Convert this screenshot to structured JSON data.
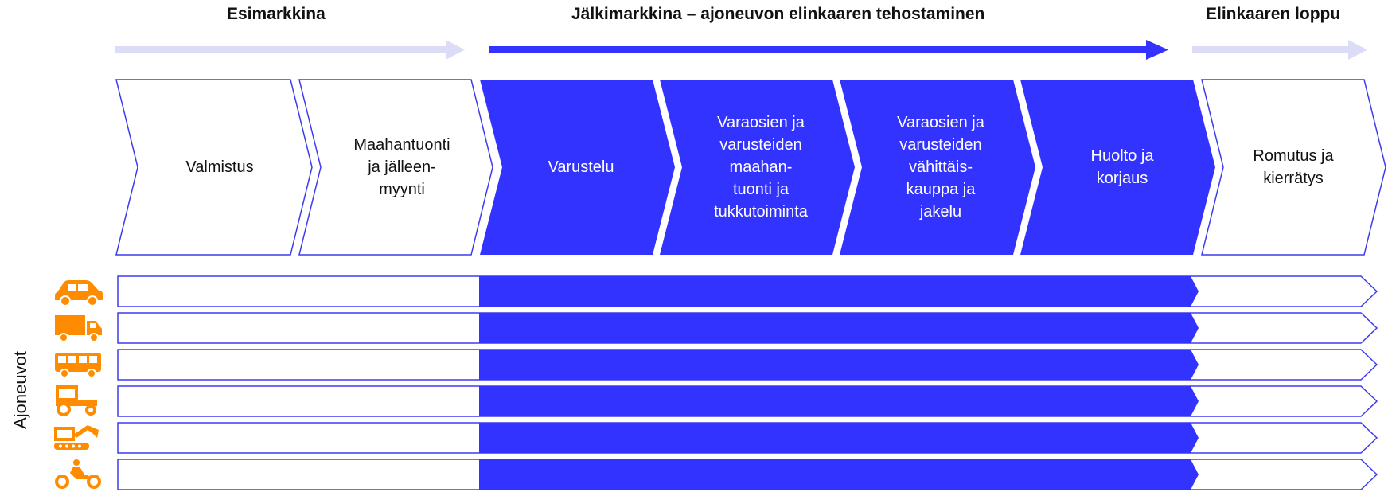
{
  "colors": {
    "brand_blue": "#3333ff",
    "pale_arrow": "#dcdcf6",
    "outline": "#3b3bf0",
    "icon_orange": "#ff8c00"
  },
  "phases": {
    "pre_market": "Esimarkkina",
    "after_market": "Jälkimarkkina – ajoneuvon elinkaaren tehostaminen",
    "end_of_life": "Elinkaaren loppu"
  },
  "stages": [
    {
      "label": "Valmistus",
      "filled": false
    },
    {
      "label": "Maahantuonti\nja jälleen-\nmyynti",
      "filled": false
    },
    {
      "label": "Varustelu",
      "filled": true
    },
    {
      "label": "Varaosien ja\nvarusteiden\nmaahan-\ntuonti ja\ntukkutoiminta",
      "filled": true
    },
    {
      "label": "Varaosien ja\nvarusteiden\nvähittäis-\nkauppa ja\njakelu",
      "filled": true
    },
    {
      "label": "Huolto ja\nkorjaus",
      "filled": true
    },
    {
      "label": "Romutus ja\nkierrätys",
      "filled": false
    }
  ],
  "vehicles_label": "Ajoneuvot",
  "vehicles": [
    {
      "icon": "car-icon"
    },
    {
      "icon": "truck-icon"
    },
    {
      "icon": "bus-icon"
    },
    {
      "icon": "tractor-icon"
    },
    {
      "icon": "excavator-icon"
    },
    {
      "icon": "motorcycle-icon"
    }
  ]
}
